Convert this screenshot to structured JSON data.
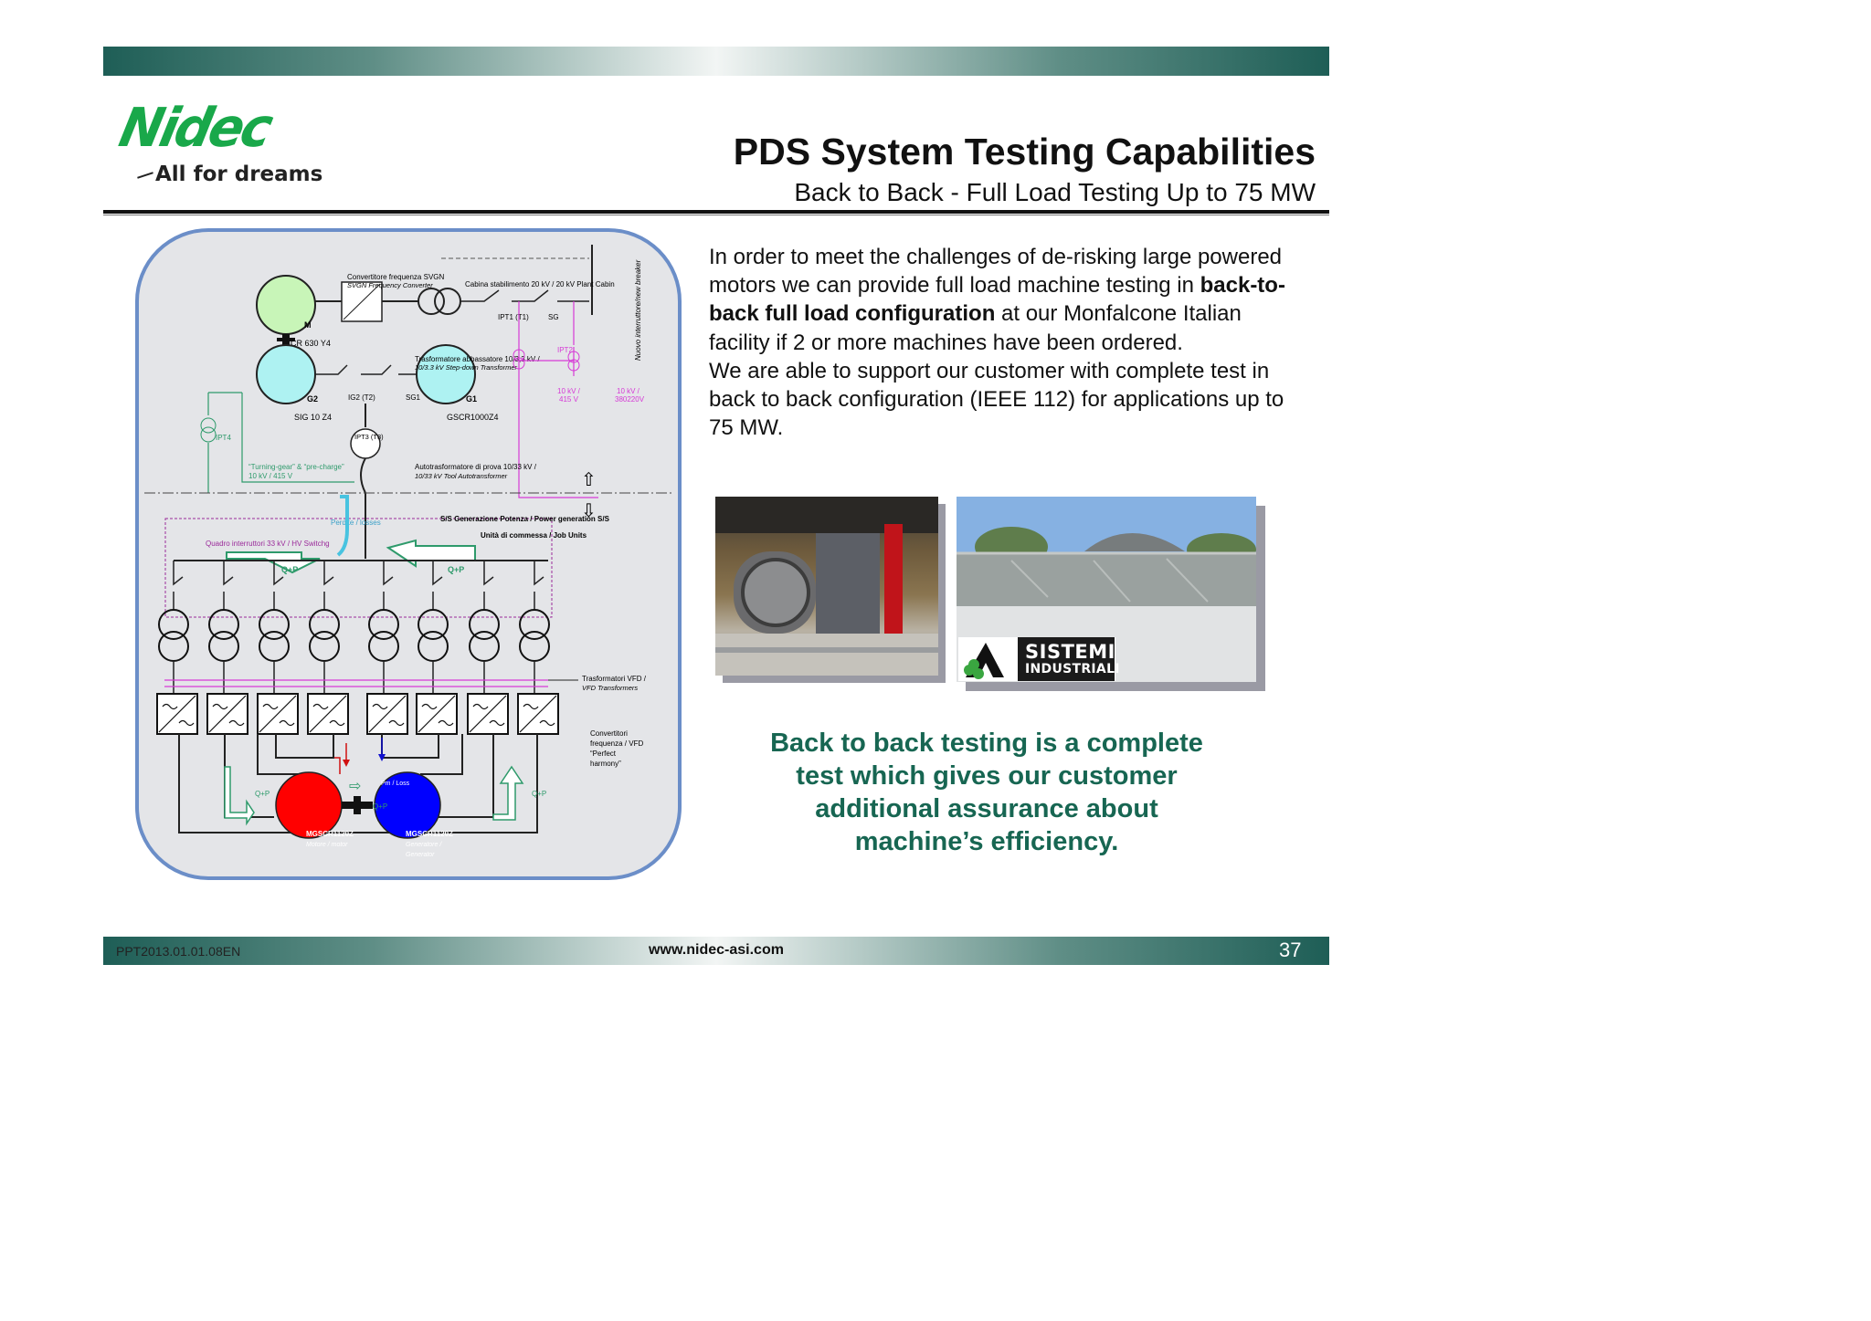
{
  "logo": {
    "word": "Nidec",
    "tagline": "All for dreams"
  },
  "header": {
    "title": "PDS System Testing Capabilities",
    "subtitle": "Back to Back  - Full Load Testing Up to 75 MW"
  },
  "body": {
    "p1_a": "In order to meet the challenges of de-risking large powered motors we can provide full load machine testing in ",
    "p1_bold": "back-to-back full load configuration",
    "p1_b": " at our Monfalcone Italian facility if 2 or more machines have been ordered.",
    "p2": "We are able to support our customer with complete test in back to back configuration (IEEE 112) for applications up to 75 MW."
  },
  "callout": "Back to back testing is a complete test which gives our customer additional assurance about machine’s efficiency.",
  "photos": {
    "logo_line1": "SISTEMI",
    "logo_line2": "INDUSTRIALI"
  },
  "diagram": {
    "converter_it": "Convertitore frequenza SVGN",
    "converter_en": "SVGN Frequency Converter",
    "cabin": "Cabina stabilimento 20 kV / 20 kV Plant Cabin",
    "breaker": "Nuovo interruttore/new breaker",
    "ipt1": "IPT1 (T1)",
    "sg": "SG",
    "m": "M",
    "cr": "CR 630 Y4",
    "stepdown_it": "Trasformatore abbassatore 10/3,3 kV /",
    "stepdown_en": "10/3.3 kV Step-down Transformer",
    "ipt2": "IPT2",
    "v1a": "10 kV /",
    "v1b": "415 V",
    "v2a": "10 kV /",
    "v2b": "380220V",
    "g2": "G2",
    "ig2": "IG2 (T2)",
    "sg1": "SG1",
    "g1": "G1",
    "sig": "SIG 10 Z4",
    "gscr": "GSCR1000Z4",
    "ipt4": "IPT4",
    "ipt3": "IPT3 (T3)",
    "turning_a": "“Turning-gear” & “pre-charge”",
    "turning_b": "10 kV / 415 V",
    "auto_it": "Autotrasformatore di prova  10/33 kV /",
    "auto_en": "10/33 kV Tool Autotransformer",
    "losses": "Perdite / losses",
    "power_gen": "S/S Generazione Potenza / Power generation S/S",
    "job_units": "Unità di commessa  / Job Units",
    "switchg": "Quadro interruttori 33 kV /  HV Switchg",
    "qp": "Q+P",
    "trasf_a": "Trasformatori VFD /",
    "trasf_b": "VFD Transformers",
    "conv_a": "Convertitori",
    "conv_b": "frequenza / VFD",
    "conv_c": "“Perfect",
    "conv_d": "harmony”",
    "motor_name": "MGSCR1120Z",
    "motor_role": "Motore / motor",
    "gen_name": "MGSCR1120Z",
    "gen_role_a": "Generatore /",
    "gen_role_b": "Generator",
    "pm_loss": "Pm / Loss"
  },
  "footer": {
    "code": "PPT2013.01.01.08EN",
    "url": "www.nidec-asi.com",
    "page": "37"
  },
  "colors": {
    "brand_green": "#19a84a",
    "callout_green": "#176652",
    "frame_blue": "#6b8ec8"
  }
}
